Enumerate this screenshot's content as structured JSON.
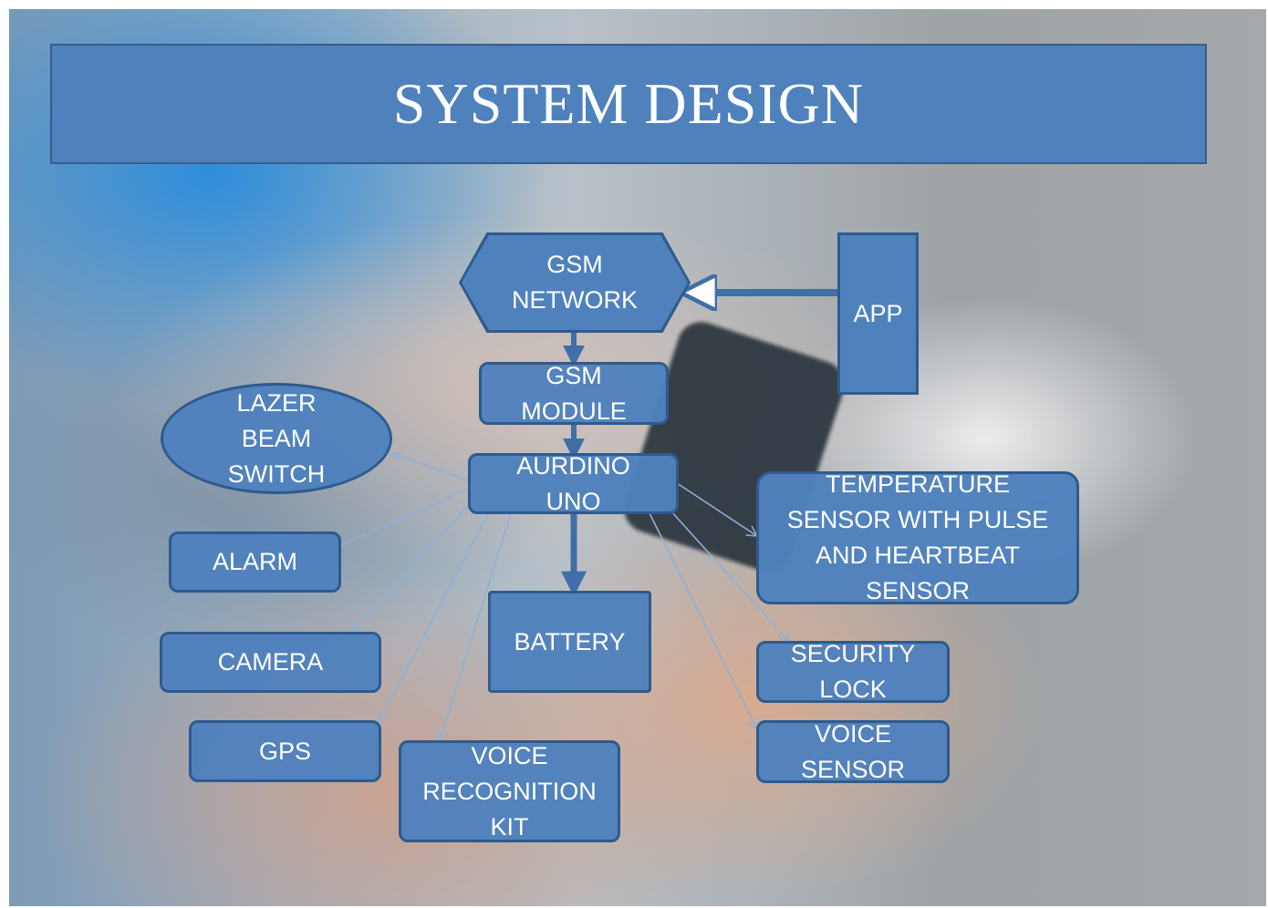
{
  "title": "SYSTEM DESIGN",
  "colors": {
    "box_fill": "#4f81bd",
    "box_border": "#2f5a8c",
    "connector": "#3f6fa8",
    "thin_connector": "#8fb0d6",
    "text": "#ffffff"
  },
  "nodes": {
    "gsm_network": "GSM\nNETWORK",
    "app": "APP",
    "gsm_module": "GSM\nMODULE",
    "aurdino_uno": "AURDINO\nUNO",
    "lazer_beam_switch": "LAZER\nBEAM\nSWITCH",
    "alarm": "ALARM",
    "camera": "CAMERA",
    "gps": "GPS",
    "voice_recognition_kit": "VOICE\nRECOGNITION\nKIT",
    "battery": "BATTERY",
    "temperature_sensor": "TEMPERATURE\nSENSOR WITH PULSE\nAND HEARTBEAT\nSENSOR",
    "security_lock": "SECURITY\nLOCK",
    "voice_sensor": "VOICE\nSENSOR"
  }
}
